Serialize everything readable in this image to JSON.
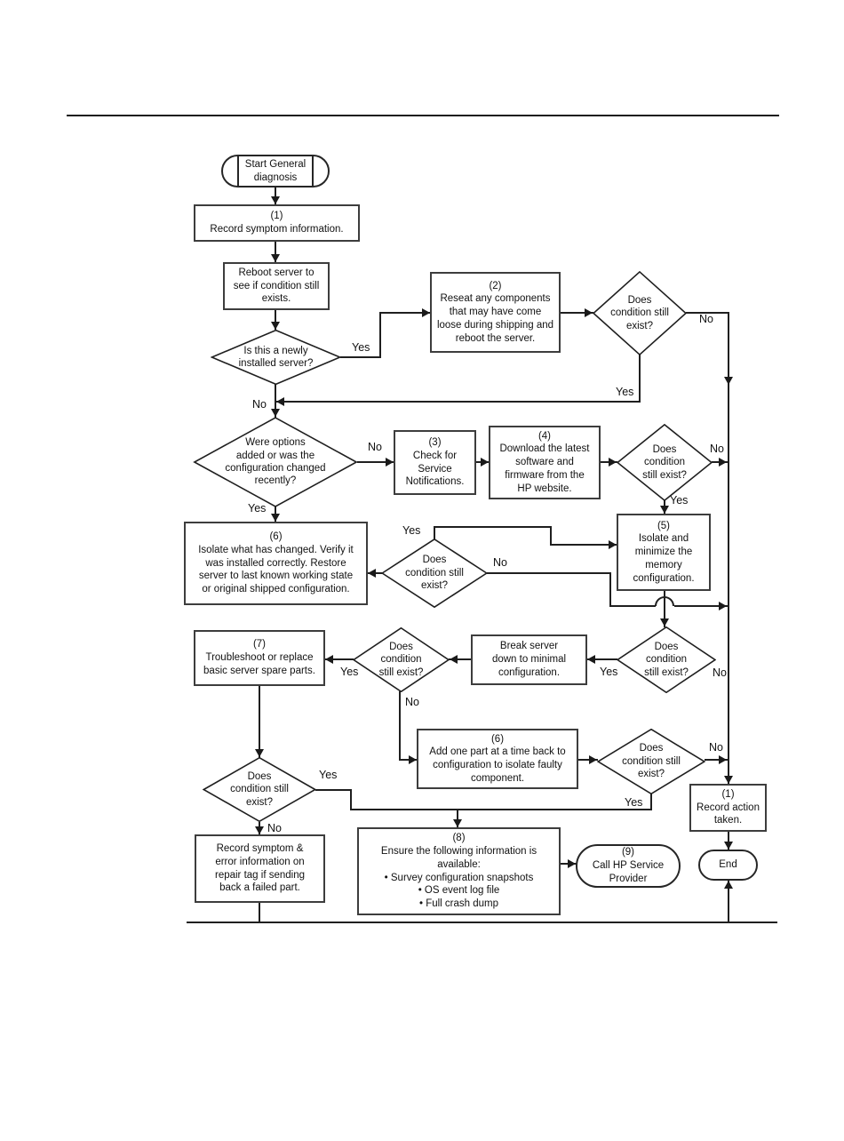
{
  "labels": {
    "yes": "Yes",
    "no": "No"
  },
  "nodes": {
    "start": {
      "text": "Start General\ndiagnosis"
    },
    "record_symptom_info": {
      "text": "(1)\nRecord symptom information."
    },
    "reboot": {
      "text": "Reboot server to\nsee if condition still\nexists."
    },
    "newly_installed": {
      "text": "Is this a newly\ninstalled server?"
    },
    "reseat": {
      "text": "(2)\nReseat any components\nthat may have come\nloose during shipping and\nreboot the server."
    },
    "cond1": {
      "text": "Does\ncondition still\nexist?"
    },
    "options_changed": {
      "text": "Were options\nadded or was the\nconfiguration changed\nrecently?"
    },
    "check_service": {
      "text": "(3)\nCheck for\nService\nNotifications."
    },
    "download": {
      "text": "(4)\nDownload the latest\nsoftware and\nfirmware from the\nHP website."
    },
    "cond2": {
      "text": "Does\ncondition\nstill exist?"
    },
    "isolate_changed": {
      "text": "(6)\nIsolate what has changed. Verify it\nwas installed correctly.  Restore\nserver to last known working state\nor original shipped configuration."
    },
    "cond3": {
      "text": "Does\ncondition still\nexist?"
    },
    "isolate_memory": {
      "text": "(5)\nIsolate and\nminimize the\nmemory\nconfiguration."
    },
    "troubleshoot": {
      "text": "(7)\nTroubleshoot or replace\nbasic server spare parts."
    },
    "cond4": {
      "text": "Does\ncondition\nstill exist?"
    },
    "break_server": {
      "text": "Break server\ndown to minimal\nconfiguration."
    },
    "cond5": {
      "text": "Does\ncondition\nstill exist?"
    },
    "add_one_part": {
      "text": "(6)\nAdd one part at a time back to\nconfiguration to isolate faulty\ncomponent."
    },
    "cond6": {
      "text": "Does\ncondition still\nexist?"
    },
    "record_action": {
      "text": "(1)\nRecord action\ntaken."
    },
    "cond7": {
      "text": "Does\ncondition still\nexist?"
    },
    "record_symptom_error": {
      "text": "Record symptom &\nerror information on\nrepair tag if sending\nback a failed part."
    },
    "ensure_info": {
      "text": "(8)\nEnsure the following information is\navailable:\n• Survey configuration snapshots\n• OS event log file\n• Full crash dump"
    },
    "call_hp": {
      "text": "(9)\nCall HP Service\nProvider"
    },
    "end": {
      "text": "End"
    }
  }
}
